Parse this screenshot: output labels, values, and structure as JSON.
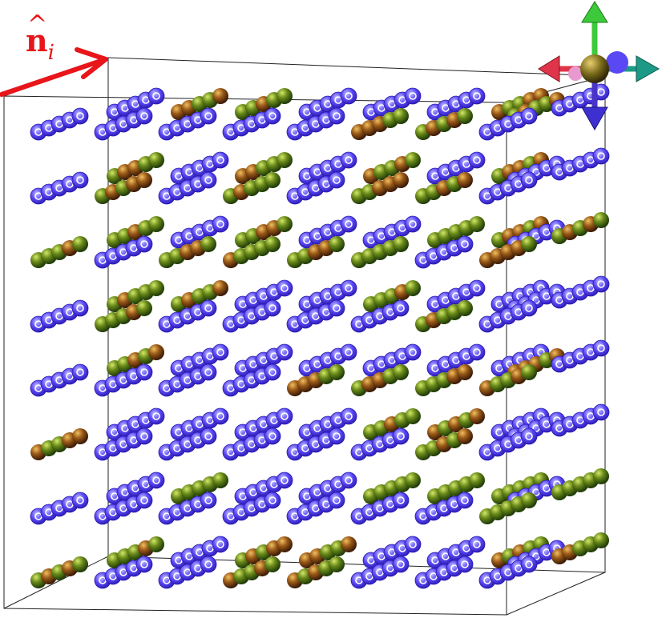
{
  "figure": {
    "vector_label": {
      "symbol": "n",
      "subscript": "i",
      "accent": "hat",
      "color": "#e8151a"
    },
    "axis_triad_colors": {
      "x": "#e0344a",
      "y": "#3cc93a",
      "z": "#3e2fd0",
      "alt": "#1c9a86",
      "center": "#7a6a1a"
    },
    "chain_colors": {
      "spin_up_spheres": [
        "#3a7a18",
        "#6b8a14",
        "#8a6a1c",
        "#9a4a18"
      ],
      "spin_in_plane_rings": [
        "#4b3cf0",
        "#6a57ff",
        "#5b8aff"
      ]
    },
    "box": {
      "style": "wireframe cube"
    }
  }
}
